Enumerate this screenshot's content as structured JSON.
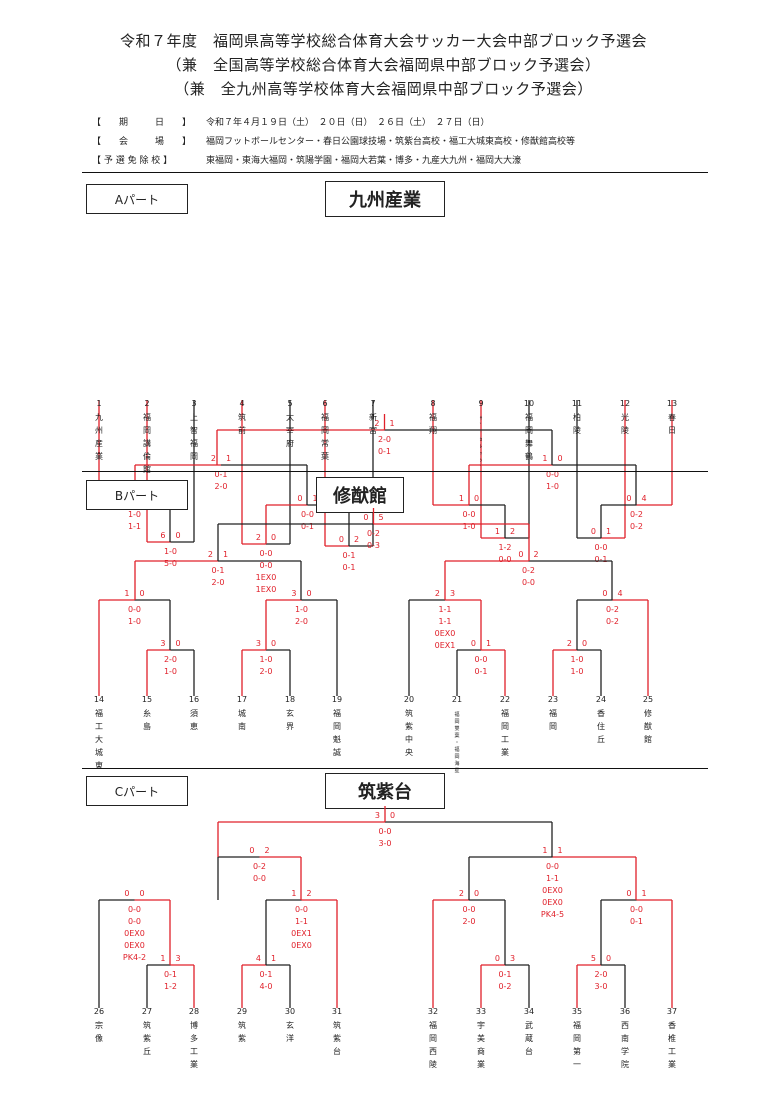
{
  "header": {
    "title_lines": [
      "令和７年度　福岡県高等学校総合体育大会サッカー大会中部ブロック予選会",
      "（兼　全国高等学校総合体育大会福岡県中部ブロック予選会）",
      "（兼　全九州高等学校体育大会福岡県中部ブロック予選会）"
    ],
    "info": [
      {
        "label": "【　　期　　　日　　】",
        "value": "令和７年４月１９日（土）　２０日（日）　２６日（土）　２７日（日）"
      },
      {
        "label": "【　　会　　　場　　】",
        "value": "福岡フットボールセンター・春日公園球技場・筑紫台高校・福工大城東高校・修猷館高校等"
      },
      {
        "label": "【 予 選 免 除 校 】",
        "value": "東福岡・東海大福岡・筑陽学園・福岡大若葉・博多・九産大九州・福岡大大濠"
      }
    ]
  },
  "parts": [
    {
      "label": "Aパート",
      "winner": "九州産業",
      "teams": [
        {
          "no": "1",
          "name": "九州産業"
        },
        {
          "no": "2",
          "name": "福岡講倫館"
        },
        {
          "no": "3",
          "name": "上智福岡"
        },
        {
          "no": "4",
          "name": "筑前"
        },
        {
          "no": "5",
          "name": "太宰府"
        },
        {
          "no": "6",
          "name": "福岡常葉"
        },
        {
          "no": "7",
          "name": "新宮"
        },
        {
          "no": "8",
          "name": "福翔"
        },
        {
          "no": "9",
          "name": "ｻﾞ･ｶﾚｯｼﾞ"
        },
        {
          "no": "10",
          "name": "福岡舞鶴"
        },
        {
          "no": "11",
          "name": "柏陵"
        },
        {
          "no": "12",
          "name": "光陵"
        },
        {
          "no": "13",
          "name": "春日"
        }
      ],
      "matches": [
        {
          "id": "A1",
          "l": "6",
          "r": "0",
          "s": [
            "1-0",
            "5-0"
          ]
        },
        {
          "id": "A2",
          "l": "2",
          "r": "0",
          "s": [
            "0-0",
            "0-0",
            "1EX0",
            "1EX0"
          ]
        },
        {
          "id": "A3",
          "l": "0",
          "r": "2",
          "s": [
            "0-1",
            "0-1"
          ]
        },
        {
          "id": "A4",
          "l": "1",
          "r": "2",
          "s": [
            "1-2",
            "0-0"
          ]
        },
        {
          "id": "A5",
          "l": "0",
          "r": "1",
          "s": [
            "0-0",
            "0-1"
          ]
        },
        {
          "id": "A6",
          "l": "2",
          "r": "1",
          "s": [
            "1-0",
            "1-1"
          ]
        },
        {
          "id": "A7",
          "l": "0",
          "r": "1",
          "s": [
            "0-0",
            "0-1"
          ]
        },
        {
          "id": "A8",
          "l": "1",
          "r": "0",
          "s": [
            "0-0",
            "1-0"
          ]
        },
        {
          "id": "A9",
          "l": "0",
          "r": "4",
          "s": [
            "0-2",
            "0-2"
          ]
        },
        {
          "id": "A10",
          "l": "2",
          "r": "1",
          "s": [
            "0-1",
            "2-0"
          ]
        },
        {
          "id": "A11",
          "l": "1",
          "r": "0",
          "s": [
            "0-0",
            "1-0"
          ]
        },
        {
          "id": "A12",
          "l": "2",
          "r": "1",
          "s": [
            "2-0",
            "0-1"
          ]
        }
      ]
    },
    {
      "label": "Bパート",
      "winner": "修猷館",
      "teams": [
        {
          "no": "14",
          "name": "福工大城東"
        },
        {
          "no": "15",
          "name": "糸島"
        },
        {
          "no": "16",
          "name": "須恵"
        },
        {
          "no": "17",
          "name": "城南"
        },
        {
          "no": "18",
          "name": "玄界"
        },
        {
          "no": "19",
          "name": "福岡魁誠"
        },
        {
          "no": "20",
          "name": "筑紫中央"
        },
        {
          "no": "21",
          "name": "福岡雙葉・福岡海星"
        },
        {
          "no": "22",
          "name": "福岡工業"
        },
        {
          "no": "23",
          "name": "福岡"
        },
        {
          "no": "24",
          "name": "香住丘"
        },
        {
          "no": "25",
          "name": "修猷館"
        }
      ],
      "matches": [
        {
          "id": "B1",
          "l": "3",
          "r": "0",
          "s": [
            "2-0",
            "1-0"
          ]
        },
        {
          "id": "B2",
          "l": "3",
          "r": "0",
          "s": [
            "1-0",
            "2-0"
          ]
        },
        {
          "id": "B3",
          "l": "0",
          "r": "1",
          "s": [
            "0-0",
            "0-1"
          ]
        },
        {
          "id": "B4",
          "l": "2",
          "r": "0",
          "s": [
            "1-0",
            "1-0"
          ]
        },
        {
          "id": "B5",
          "l": "1",
          "r": "0",
          "s": [
            "0-0",
            "1-0"
          ]
        },
        {
          "id": "B6",
          "l": "3",
          "r": "0",
          "s": [
            "1-0",
            "2-0"
          ]
        },
        {
          "id": "B7",
          "l": "2",
          "r": "3",
          "s": [
            "1-1",
            "1-1",
            "0EX0",
            "0EX1"
          ]
        },
        {
          "id": "B8",
          "l": "0",
          "r": "4",
          "s": [
            "0-2",
            "0-2"
          ]
        },
        {
          "id": "B9",
          "l": "2",
          "r": "1",
          "s": [
            "0-1",
            "2-0"
          ]
        },
        {
          "id": "B10",
          "l": "0",
          "r": "2",
          "s": [
            "0-2",
            "0-0"
          ]
        },
        {
          "id": "B11",
          "l": "0",
          "r": "5",
          "s": [
            "0-2",
            "0-3"
          ]
        }
      ]
    },
    {
      "label": "Cパート",
      "winner": "筑紫台",
      "teams": [
        {
          "no": "26",
          "name": "宗像"
        },
        {
          "no": "27",
          "name": "筑紫丘"
        },
        {
          "no": "28",
          "name": "博多工業"
        },
        {
          "no": "29",
          "name": "筑紫"
        },
        {
          "no": "30",
          "name": "玄洋"
        },
        {
          "no": "31",
          "name": "筑紫台"
        },
        {
          "no": "32",
          "name": "福岡西陵"
        },
        {
          "no": "33",
          "name": "宇美商業"
        },
        {
          "no": "34",
          "name": "武蔵台"
        },
        {
          "no": "35",
          "name": "福岡第一"
        },
        {
          "no": "36",
          "name": "西南学院"
        },
        {
          "no": "37",
          "name": "香椎工業"
        }
      ],
      "matches": [
        {
          "id": "C1",
          "l": "1",
          "r": "3",
          "s": [
            "0-1",
            "1-2"
          ]
        },
        {
          "id": "C2",
          "l": "4",
          "r": "1",
          "s": [
            "0-1",
            "4-0"
          ]
        },
        {
          "id": "C3",
          "l": "0",
          "r": "3",
          "s": [
            "0-1",
            "0-2"
          ]
        },
        {
          "id": "C4",
          "l": "5",
          "r": "0",
          "s": [
            "2-0",
            "3-0"
          ]
        },
        {
          "id": "C5",
          "l": "0",
          "r": "0",
          "s": [
            "0-0",
            "0-0",
            "0EX0",
            "0EX0",
            "PK4-2"
          ]
        },
        {
          "id": "C6",
          "l": "1",
          "r": "2",
          "s": [
            "0-0",
            "1-1",
            "0EX1",
            "0EX0"
          ]
        },
        {
          "id": "C7",
          "l": "2",
          "r": "0",
          "s": [
            "0-0",
            "2-0"
          ]
        },
        {
          "id": "C8",
          "l": "0",
          "r": "1",
          "s": [
            "0-0",
            "0-1"
          ]
        },
        {
          "id": "C9",
          "l": "0",
          "r": "2",
          "s": [
            "0-2",
            "0-0"
          ]
        },
        {
          "id": "C10",
          "l": "1",
          "r": "1",
          "s": [
            "0-0",
            "1-1",
            "0EX0",
            "0EX0",
            "PK4-5"
          ]
        },
        {
          "id": "C11",
          "l": "3",
          "r": "0",
          "s": [
            "0-0",
            "3-0"
          ]
        }
      ]
    }
  ],
  "colors": {
    "win": "#e0202a",
    "lose": "#222222",
    "text": "#222222",
    "score": "#e0202a"
  }
}
